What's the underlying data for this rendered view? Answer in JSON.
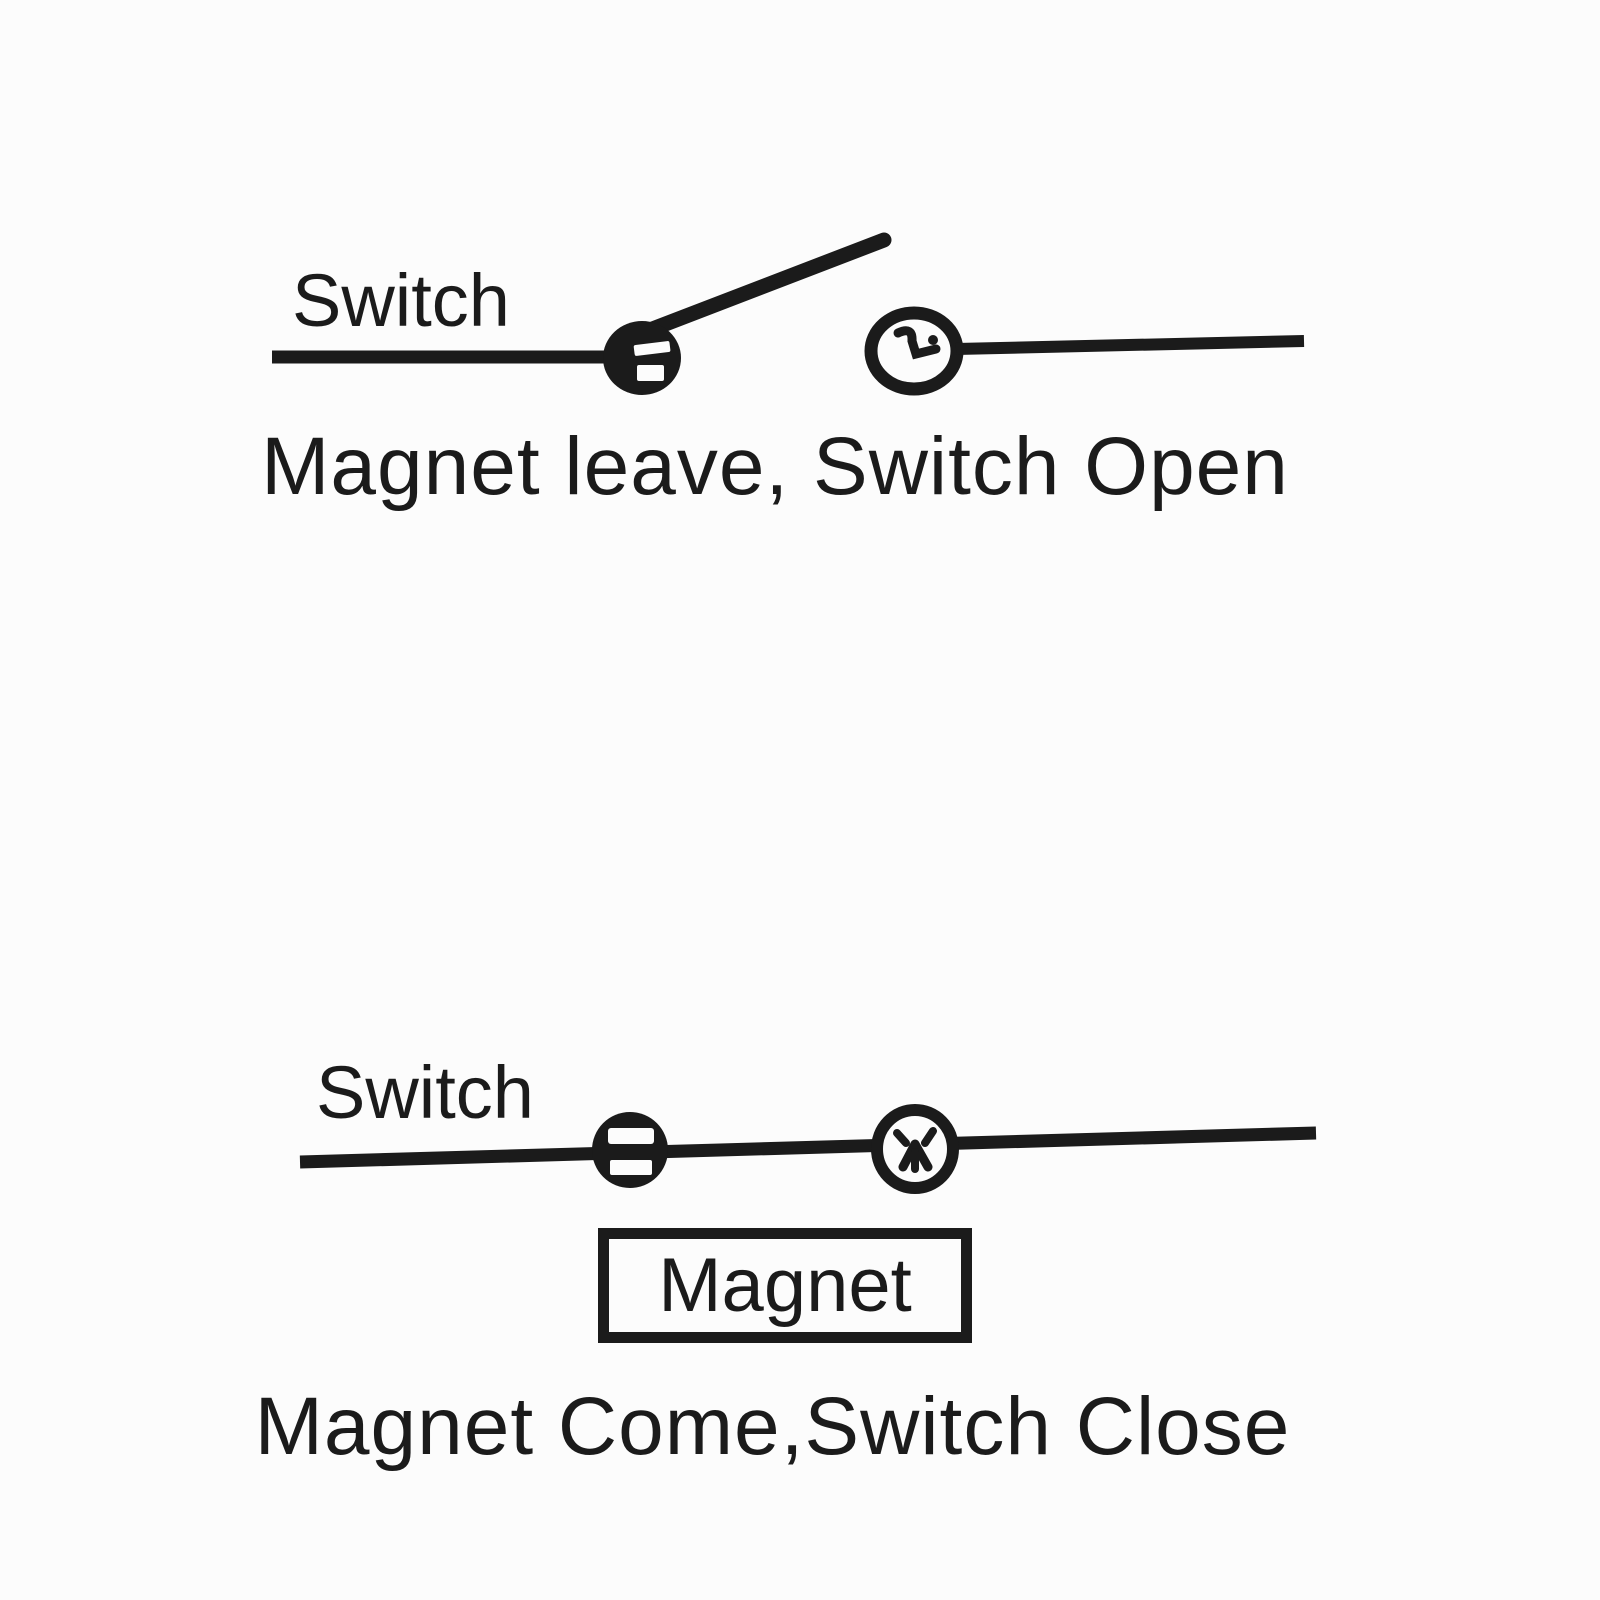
{
  "colors": {
    "ink": "#1b1b1b",
    "background": "#fcfcfc"
  },
  "top_diagram": {
    "switch_label": "Switch",
    "caption": "Magnet leave, Switch Open",
    "switch_state": "open"
  },
  "bottom_diagram": {
    "switch_label": "Switch",
    "magnet_label": "Magnet",
    "caption": "Magnet Come,Switch Close",
    "switch_state": "closed"
  }
}
